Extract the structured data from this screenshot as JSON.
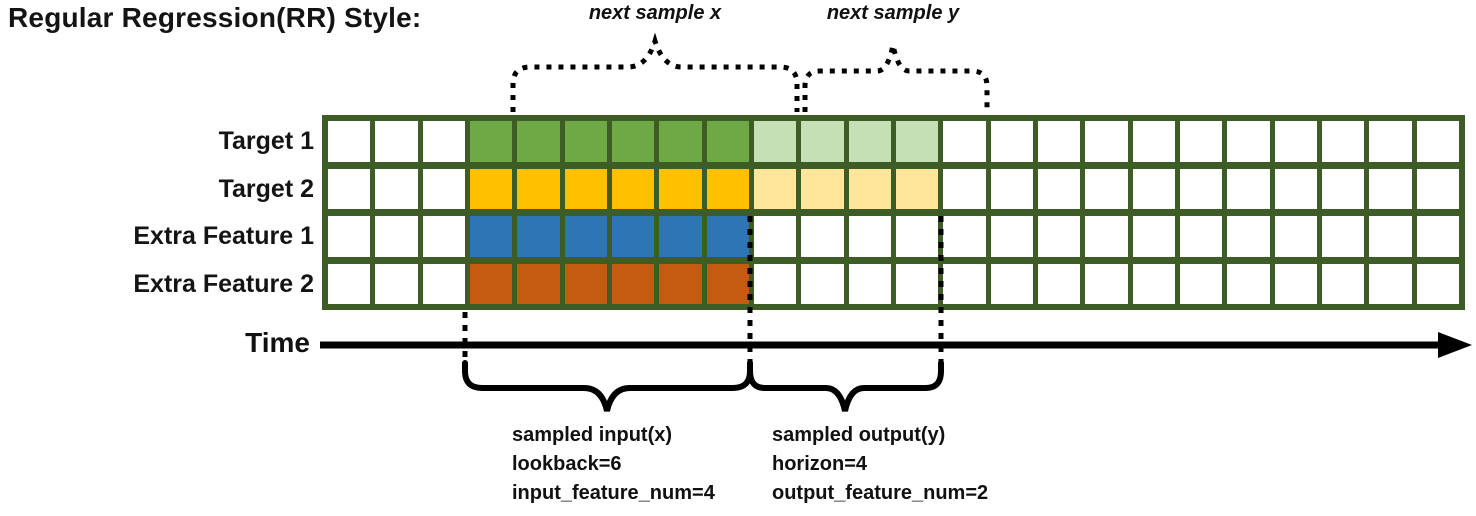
{
  "title": "Regular Regression(RR) Style:",
  "annotations": {
    "next_sample_x": "next sample x",
    "next_sample_y": "next sample y",
    "time_label": "Time",
    "input_lines": [
      "sampled input(x)",
      "lookback=6",
      "input_feature_num=4"
    ],
    "output_lines": [
      "sampled output(y)",
      "horizon=4",
      "output_feature_num=2"
    ]
  },
  "parameters": {
    "lookback": 6,
    "horizon": 4,
    "input_feature_num": 4,
    "output_feature_num": 2
  },
  "colors": {
    "grid_border": "#3E5C26",
    "empty_cell": "#ffffff",
    "target1_lookback": "#6FA945",
    "target1_horizon": "#C5E0B4",
    "target2_lookback": "#FFC000",
    "target2_horizon": "#FFE699",
    "extra1_lookback": "#2E75B6",
    "extra2_lookback": "#C55A11",
    "line_black": "#000000"
  },
  "grid": {
    "columns": 24,
    "rows": [
      {
        "label": "Target 1",
        "empty_before": 3,
        "lookback": 6,
        "horizon": 4,
        "lookback_color": "#6FA945",
        "horizon_color": "#C5E0B4"
      },
      {
        "label": "Target 2",
        "empty_before": 3,
        "lookback": 6,
        "horizon": 4,
        "lookback_color": "#FFC000",
        "horizon_color": "#FFE699"
      },
      {
        "label": "Extra Feature 1",
        "empty_before": 3,
        "lookback": 6,
        "horizon": 0,
        "lookback_color": "#2E75B6",
        "horizon_color": null
      },
      {
        "label": "Extra Feature 2",
        "empty_before": 3,
        "lookback": 6,
        "horizon": 0,
        "lookback_color": "#C55A11",
        "horizon_color": null
      }
    ]
  }
}
